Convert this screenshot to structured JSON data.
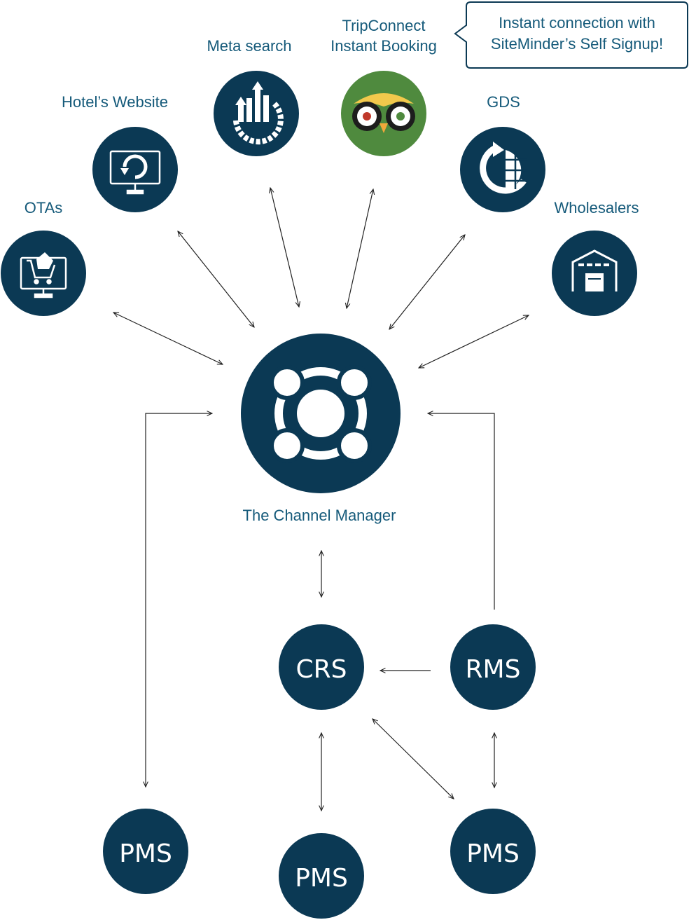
{
  "colors": {
    "node": "#0b3954",
    "label": "#155a7a",
    "trip_green": "#4f8a3e",
    "arrow": "#222222"
  },
  "channels": {
    "otas": {
      "label": "OTAs",
      "icon": "shopping-cart-monitor-icon"
    },
    "website": {
      "label": "Hotel’s Website",
      "icon": "refresh-monitor-icon"
    },
    "meta": {
      "label": "Meta search",
      "icon": "growth-gear-icon"
    },
    "trip": {
      "label_line1": "TripConnect",
      "label_line2": "Instant Booking",
      "icon": "owl-eyes-icon"
    },
    "gds": {
      "label": "GDS",
      "icon": "globe-refresh-icon"
    },
    "wholesalers": {
      "label": "Wholesalers",
      "icon": "warehouse-icon"
    }
  },
  "callout": {
    "line1": "Instant connection with",
    "line2": "SiteMinder’s Self Signup!"
  },
  "channel_manager": {
    "label": "The Channel Manager",
    "icon": "channel-manager-logo-icon"
  },
  "systems": {
    "crs": "CRS",
    "rms": "RMS",
    "pms_left": "PMS",
    "pms_center": "PMS",
    "pms_right": "PMS"
  }
}
